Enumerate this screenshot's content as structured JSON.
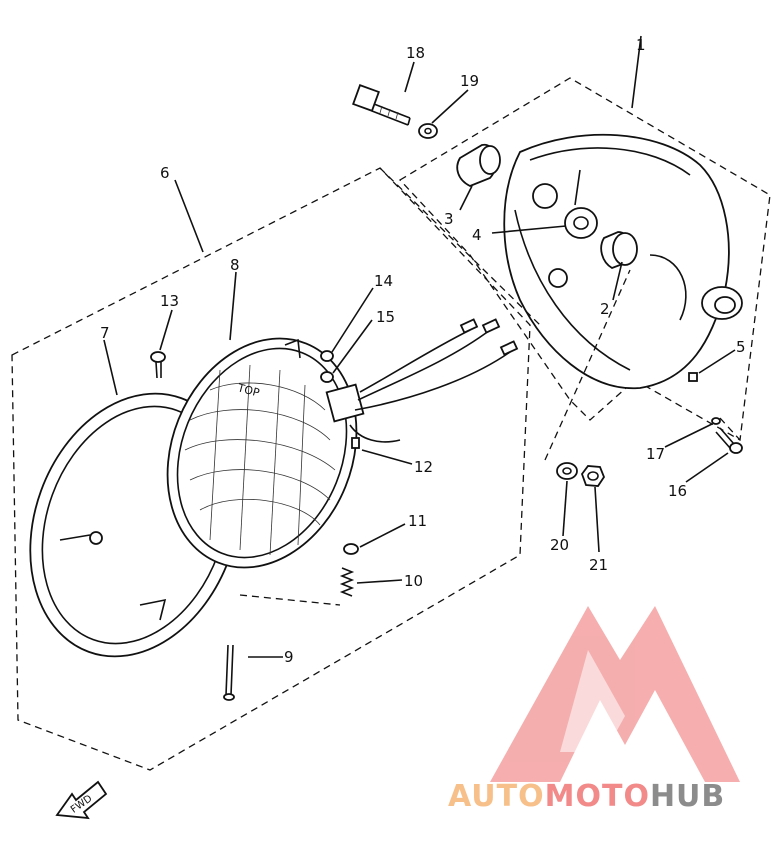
{
  "callouts": [
    {
      "id": "1",
      "text": "1"
    },
    {
      "id": "2",
      "text": "2"
    },
    {
      "id": "3",
      "text": "3"
    },
    {
      "id": "4",
      "text": "4"
    },
    {
      "id": "5",
      "text": "5"
    },
    {
      "id": "6",
      "text": "6"
    },
    {
      "id": "7",
      "text": "7"
    },
    {
      "id": "8",
      "text": "8"
    },
    {
      "id": "9",
      "text": "9"
    },
    {
      "id": "10",
      "text": "10"
    },
    {
      "id": "11",
      "text": "11"
    },
    {
      "id": "12",
      "text": "12"
    },
    {
      "id": "13",
      "text": "13"
    },
    {
      "id": "14",
      "text": "14"
    },
    {
      "id": "15",
      "text": "15"
    },
    {
      "id": "16",
      "text": "16"
    },
    {
      "id": "17",
      "text": "17"
    },
    {
      "id": "18",
      "text": "18"
    },
    {
      "id": "19",
      "text": "19"
    },
    {
      "id": "20",
      "text": "20"
    },
    {
      "id": "21",
      "text": "21"
    }
  ],
  "lens_mark": "TOP",
  "direction_arrow": "FWD",
  "watermark": {
    "part1": "AUTO",
    "part2": "MOTO",
    "part3": "HUB",
    "color1": "#f7c08a",
    "color2": "#f28a8a",
    "color3": "#8c8c8c",
    "logo_color": "#f4a0a0"
  }
}
